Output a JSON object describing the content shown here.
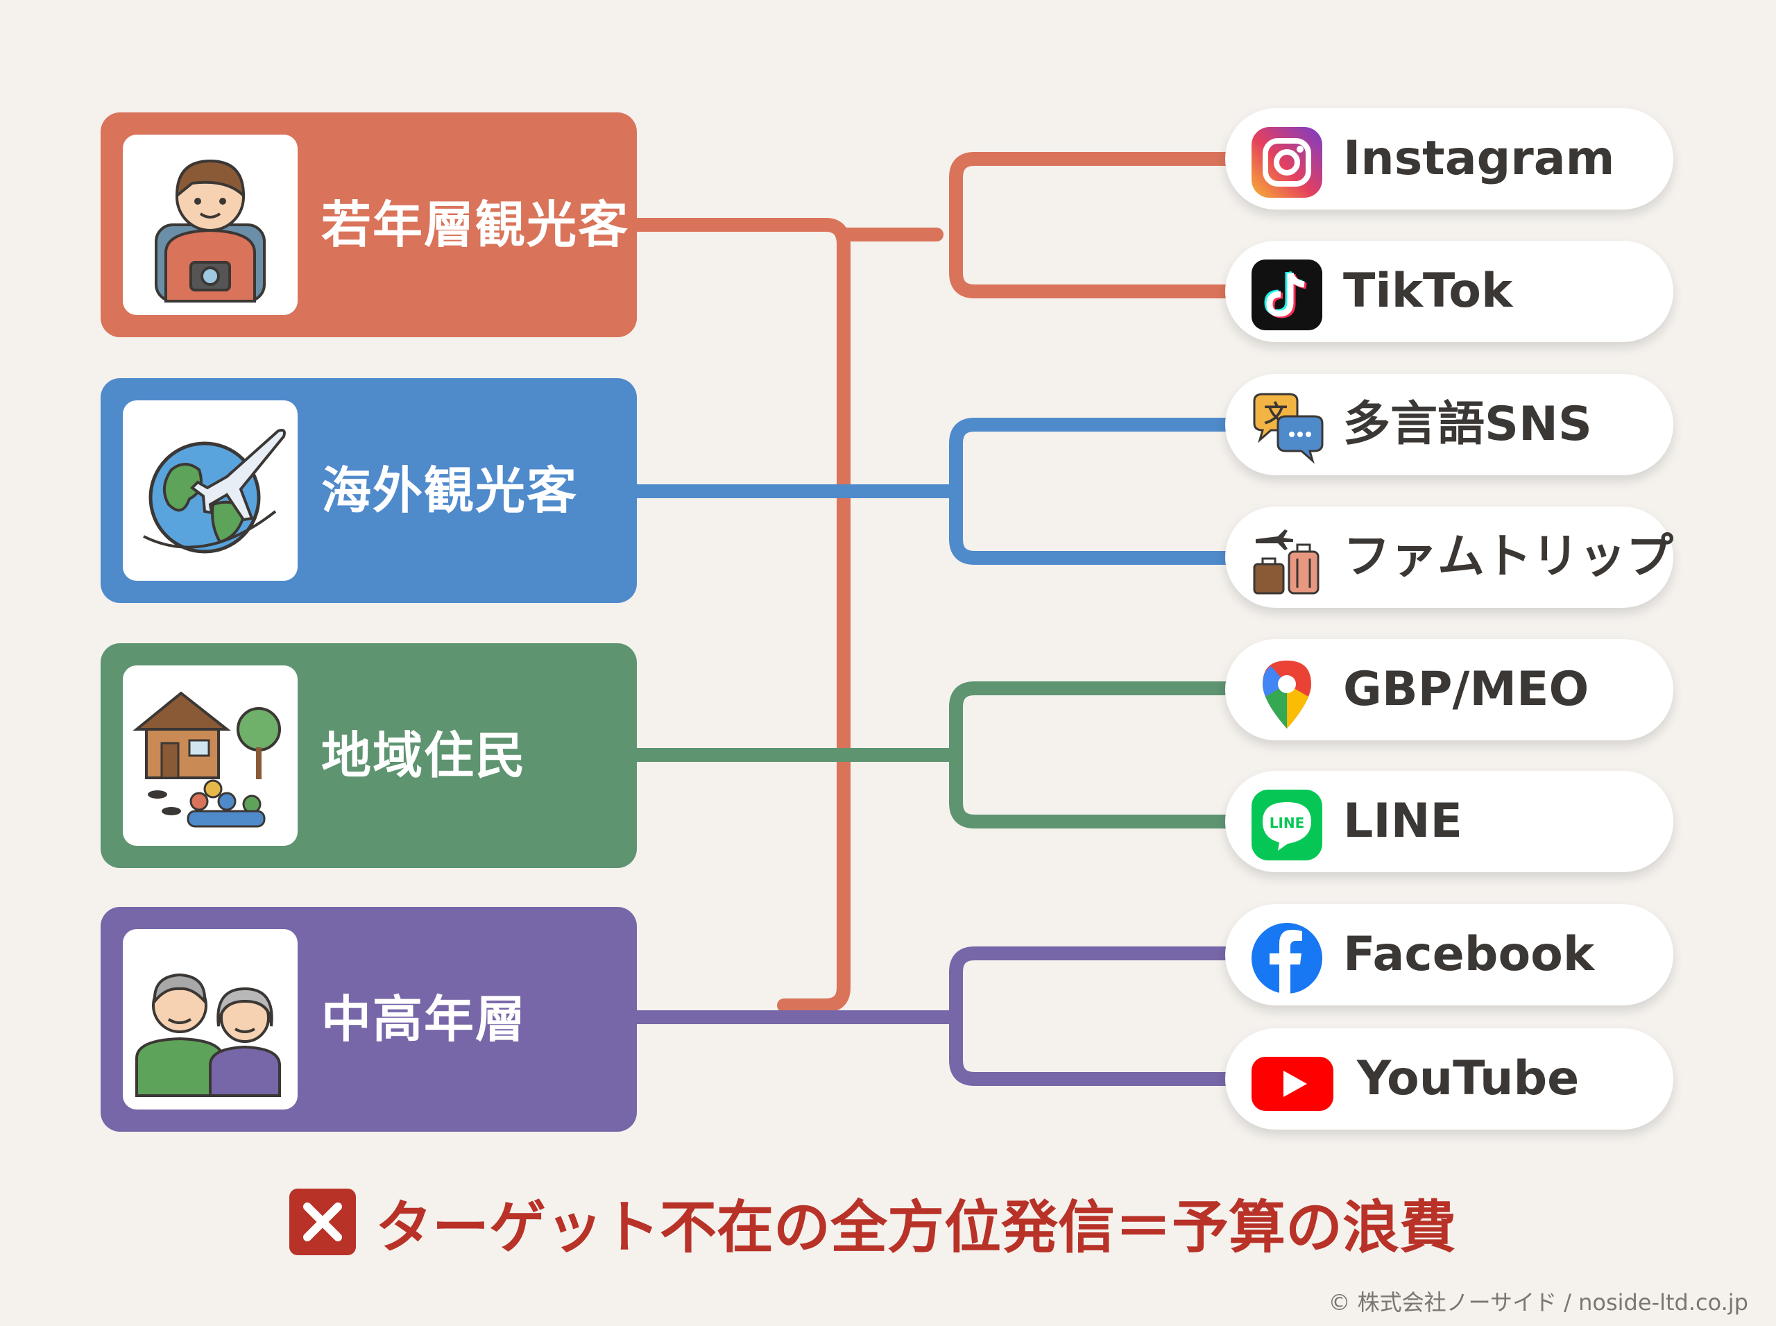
{
  "colors": {
    "background": "#f5f2ee",
    "young": "#d9735a",
    "overseas": "#4f8acb",
    "local": "#5e9470",
    "senior": "#7766a8",
    "warning": "#b83228"
  },
  "segments": [
    {
      "label": "若年層観光客",
      "icon": "backpacker-icon",
      "color": "#d9735a"
    },
    {
      "label": "海外観光客",
      "icon": "globe-airplane-icon",
      "color": "#4f8acb"
    },
    {
      "label": "地域住民",
      "icon": "house-community-icon",
      "color": "#5e9470"
    },
    {
      "label": "中高年層",
      "icon": "elderly-couple-icon",
      "color": "#7766a8"
    }
  ],
  "channels": [
    {
      "label": "Instagram",
      "icon": "instagram-icon"
    },
    {
      "label": "TikTok",
      "icon": "tiktok-icon"
    },
    {
      "label": "多言語SNS",
      "icon": "translate-chat-icon"
    },
    {
      "label": "ファムトリップ",
      "icon": "travel-luggage-icon"
    },
    {
      "label": "GBP/MEO",
      "icon": "map-pin-icon"
    },
    {
      "label": "LINE",
      "icon": "line-icon"
    },
    {
      "label": "Facebook",
      "icon": "facebook-icon"
    },
    {
      "label": "YouTube",
      "icon": "youtube-icon"
    }
  ],
  "warning": {
    "text": "ターゲット不在の全方位発信＝予算の浪費",
    "icon": "x-mark-icon"
  },
  "copyright": "© 株式会社ノーサイド / noside-ltd.co.jp"
}
